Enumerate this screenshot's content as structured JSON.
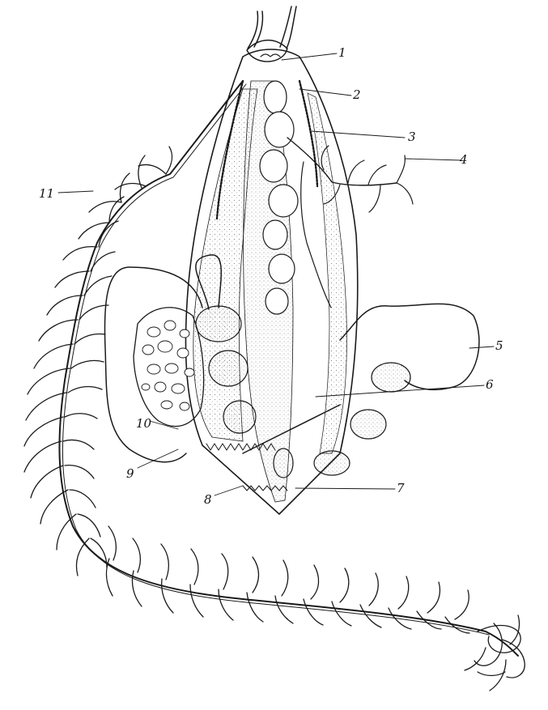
{
  "figure": {
    "colors": {
      "ink": "#1a1a1a",
      "stipple": "#888888",
      "paper": "#ffffff"
    },
    "callouts": [
      {
        "id": "label-1",
        "text": "1"
      },
      {
        "id": "label-2",
        "text": "2"
      },
      {
        "id": "label-3",
        "text": "3"
      },
      {
        "id": "label-4",
        "text": "4"
      },
      {
        "id": "label-5",
        "text": "5"
      },
      {
        "id": "label-6",
        "text": "6"
      },
      {
        "id": "label-7",
        "text": "7"
      },
      {
        "id": "label-8",
        "text": "8"
      },
      {
        "id": "label-9",
        "text": "9"
      },
      {
        "id": "label-10",
        "text": "10"
      },
      {
        "id": "label-11",
        "text": "11"
      }
    ]
  }
}
